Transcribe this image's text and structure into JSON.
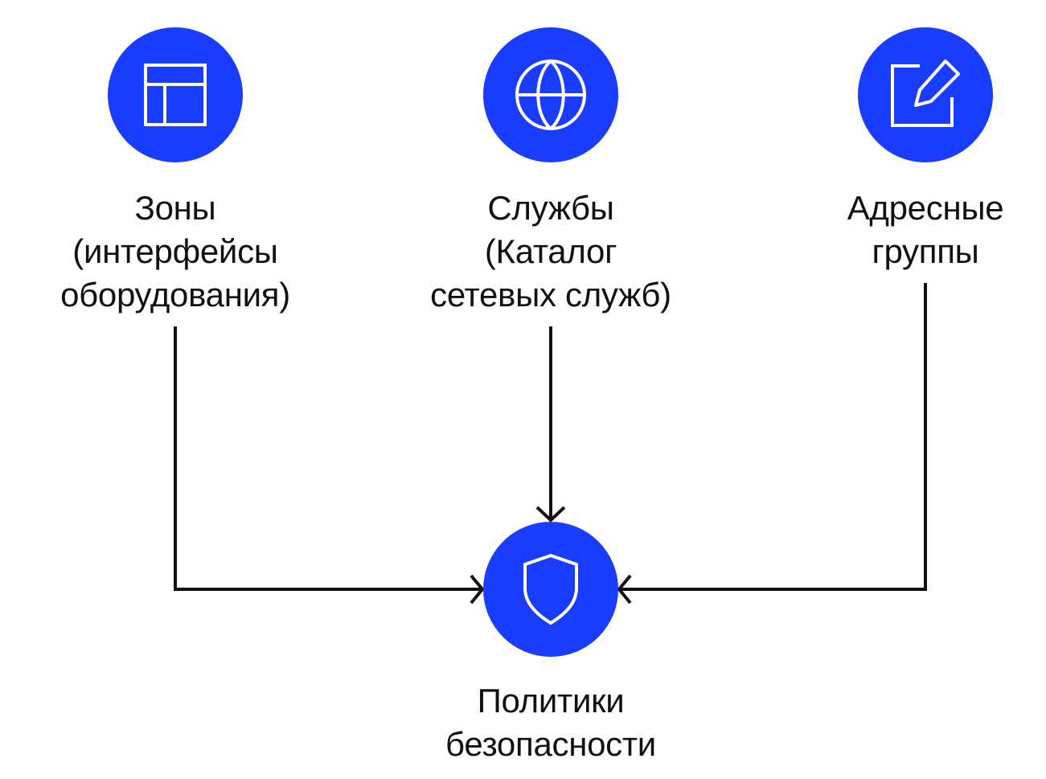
{
  "colors": {
    "node_fill": "#1a3cff",
    "icon_stroke": "#ffffff",
    "connector": "#111111",
    "text": "#111111"
  },
  "nodes": {
    "zones": {
      "icon": "layout-panel-icon",
      "lines": [
        "Зоны",
        "(интерфейсы",
        "оборудования)"
      ]
    },
    "services": {
      "icon": "globe-icon",
      "lines": [
        "Службы",
        "(Каталог",
        "сетевых служб)"
      ]
    },
    "address_groups": {
      "icon": "pencil-edit-icon",
      "lines": [
        "Адресные",
        "группы"
      ]
    },
    "security_policies": {
      "icon": "shield-icon",
      "lines": [
        "Политики",
        "безопасности"
      ]
    }
  },
  "edges": [
    {
      "from": "zones",
      "to": "security_policies"
    },
    {
      "from": "services",
      "to": "security_policies"
    },
    {
      "from": "address_groups",
      "to": "security_policies"
    }
  ]
}
